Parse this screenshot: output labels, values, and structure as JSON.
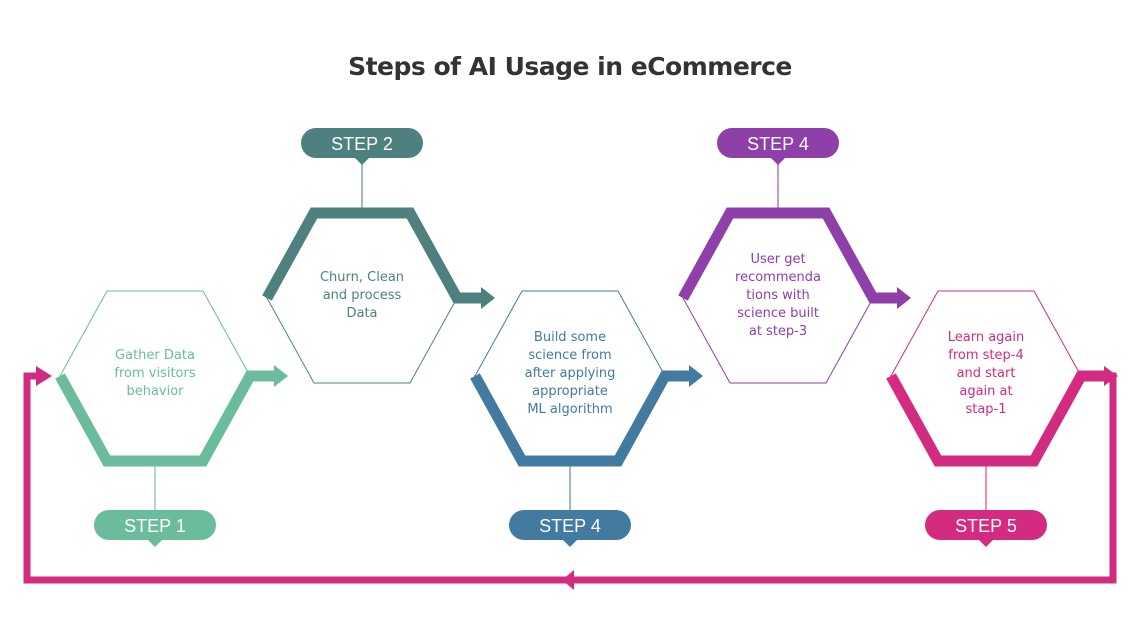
{
  "title": "Steps of AI Usage in eCommerce",
  "steps": [
    {
      "badge": "STEP 1",
      "text": [
        "Gather Data",
        "from visitors",
        "behavior"
      ],
      "color": "#6bbb9d"
    },
    {
      "badge": "STEP 2",
      "text": [
        "Churn, Clean",
        "and process",
        "Data"
      ],
      "color": "#4e8080"
    },
    {
      "badge": "STEP 4",
      "text": [
        "Build some",
        "science from",
        "after applying",
        "appropriate",
        "ML algorithm"
      ],
      "color": "#437aa0"
    },
    {
      "badge": "STEP 4",
      "text": [
        "User get",
        "recommenda",
        "tions with",
        "science built",
        "at step-3"
      ],
      "color": "#8e3fa8"
    },
    {
      "badge": "STEP 5",
      "text": [
        "Learn again",
        "from step-4",
        "and start",
        "again at",
        "stap-1"
      ],
      "color": "#d22b7f"
    }
  ],
  "loop_color": "#d22b7f"
}
